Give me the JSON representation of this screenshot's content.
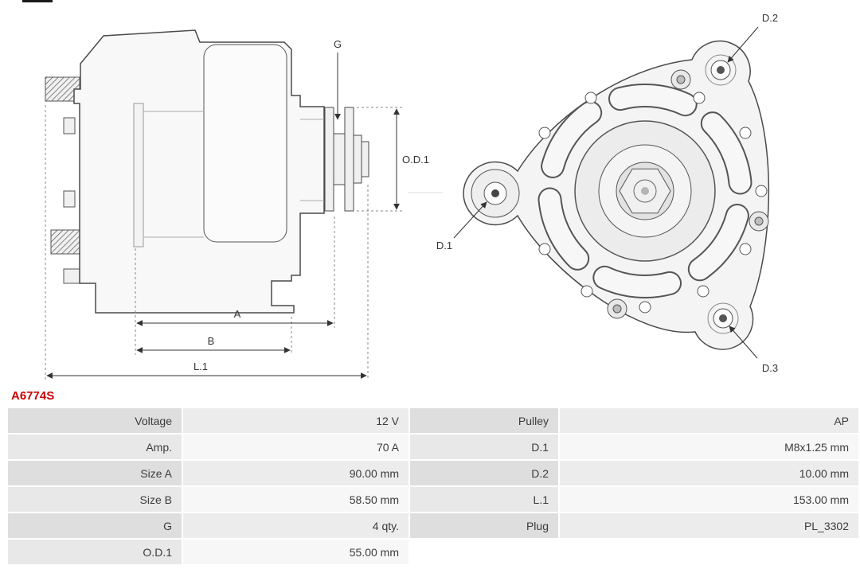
{
  "part_number": "A6774S",
  "colors": {
    "part_number_red": "#cc0000",
    "table_label_bg": "#dedede",
    "table_value_bg": "#ececec",
    "line": "#4a4a4a"
  },
  "diagram": {
    "side_view": {
      "g": "G",
      "od1": "O.D.1",
      "a": "A",
      "b": "B",
      "l1": "L.1"
    },
    "front_view": {
      "d1": "D.1",
      "d2": "D.2",
      "d3": "D.3"
    }
  },
  "table": {
    "rows": [
      {
        "l1": "Voltage",
        "v1": "12 V",
        "l2": "Pulley",
        "v2": "AP"
      },
      {
        "l1": "Amp.",
        "v1": "70 A",
        "l2": "D.1",
        "v2": "M8x1.25 mm"
      },
      {
        "l1": "Size A",
        "v1": "90.00 mm",
        "l2": "D.2",
        "v2": "10.00 mm"
      },
      {
        "l1": "Size B",
        "v1": "58.50 mm",
        "l2": "L.1",
        "v2": "153.00 mm"
      },
      {
        "l1": "G",
        "v1": "4 qty.",
        "l2": "Plug",
        "v2": "PL_3302"
      },
      {
        "l1": "O.D.1",
        "v1": "55.00 mm",
        "l2": "",
        "v2": ""
      }
    ]
  }
}
